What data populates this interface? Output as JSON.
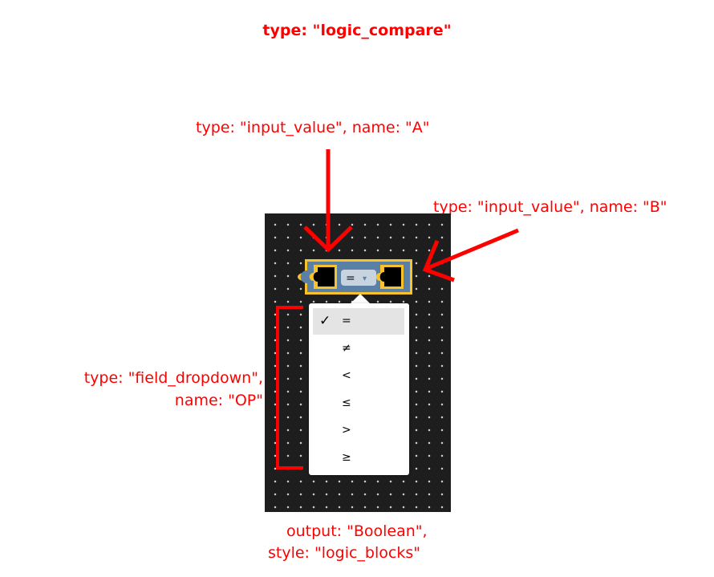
{
  "title": "type: \"logic_compare\"",
  "annotations": {
    "input_a": "type: \"input_value\", name: \"A\"",
    "input_b": "type: \"input_value\", name: \"B\"",
    "dropdown_line1": "type: \"field_dropdown\",",
    "dropdown_line2": "name: \"OP\"",
    "output_line1": "output: \"Boolean\",",
    "output_line2": "style: \"logic_blocks\""
  },
  "block": {
    "field_value": "=",
    "dropdown_indicator": "▾"
  },
  "dropdown": {
    "check_mark": "✓",
    "options": [
      {
        "label": "=",
        "selected": true
      },
      {
        "label": "≠",
        "selected": false
      },
      {
        "label": "<",
        "selected": false
      },
      {
        "label": "≤",
        "selected": false
      },
      {
        "label": ">",
        "selected": false
      },
      {
        "label": "≥",
        "selected": false
      }
    ]
  },
  "colors": {
    "annotation": "#ff0000",
    "block_fill": "#5b80a5",
    "block_highlight": "#f7c22c",
    "workspace_bg": "#1e1e1e"
  }
}
